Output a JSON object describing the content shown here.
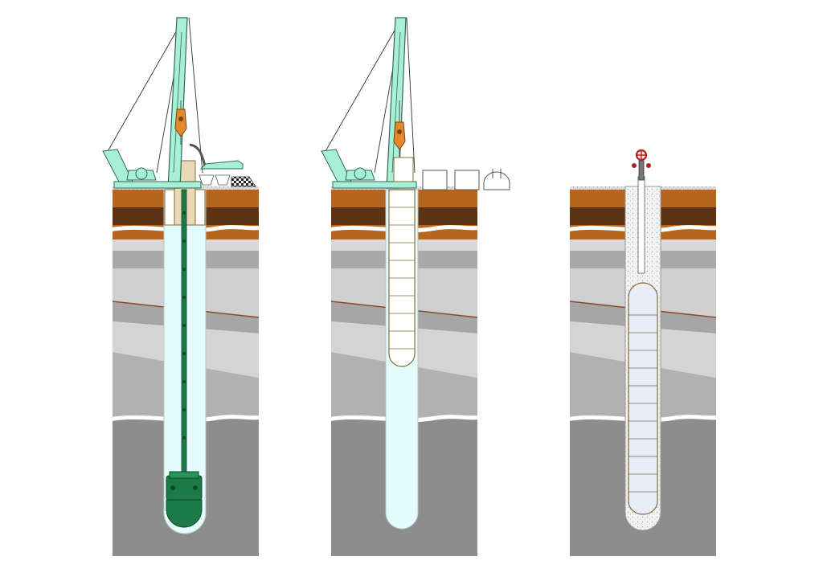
{
  "diagram": {
    "panels": [
      {
        "id": "panel-1",
        "stage": "drilling",
        "equipment": "crane-rig-with-drill"
      },
      {
        "id": "panel-2",
        "stage": "lining-installation",
        "equipment": "crane-rig-with-containers"
      },
      {
        "id": "panel-3",
        "stage": "completed-well",
        "equipment": "wellhead-valve"
      }
    ],
    "colors": {
      "topsoil": "#b5651d",
      "subsoil": "#5c3315",
      "rock_light": "#d4d4d4",
      "rock_mid": "#b4b4b4",
      "rock_dark": "#8c8c8c",
      "borehole_fluid": "#e3fbfb",
      "rig": "#a8efd8",
      "rig_outline": "#2e6b4f",
      "drill_string": "#1c7a48",
      "hook": "#e08a2c",
      "grout": "#eeeeee",
      "liner": "#e8eef8",
      "valve": "#b02020"
    },
    "icons": [
      "crane-icon",
      "drill-head-icon",
      "container-icon",
      "valve-icon"
    ]
  }
}
